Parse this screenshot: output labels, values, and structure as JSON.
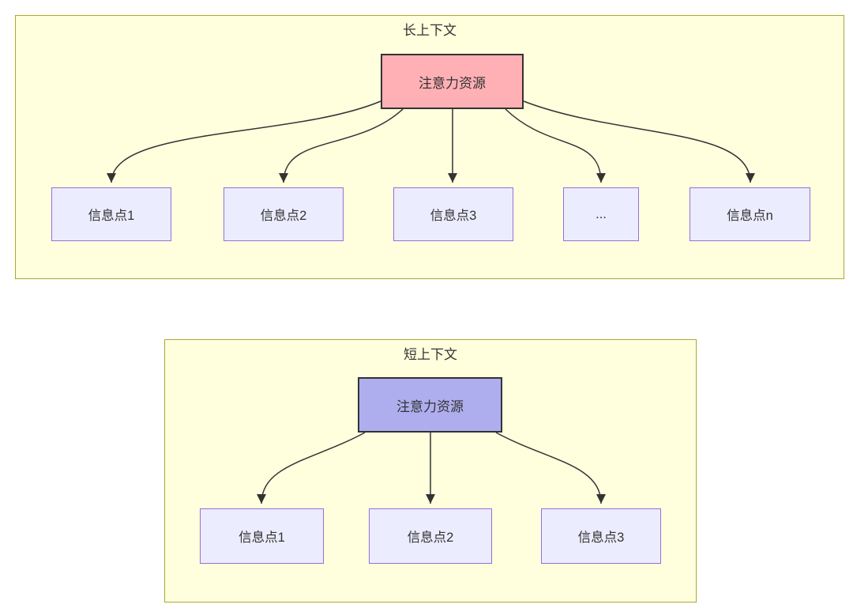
{
  "long_context": {
    "title": "长上下文",
    "attention_label": "注意力资源",
    "nodes": [
      "信息点1",
      "信息点2",
      "信息点3",
      "...",
      "信息点n"
    ]
  },
  "short_context": {
    "title": "短上下文",
    "attention_label": "注意力资源",
    "nodes": [
      "信息点1",
      "信息点2",
      "信息点3"
    ]
  },
  "colors": {
    "cluster_fill": "#ffffde",
    "cluster_border": "#aaaa33",
    "info_node_fill": "#ececff",
    "info_node_border": "#9370db",
    "attention_long_fill": "#ffb0b5",
    "attention_short_fill": "#aeaeef",
    "attention_border": "#333333",
    "edge_color": "#333333",
    "text_color": "#333333"
  }
}
